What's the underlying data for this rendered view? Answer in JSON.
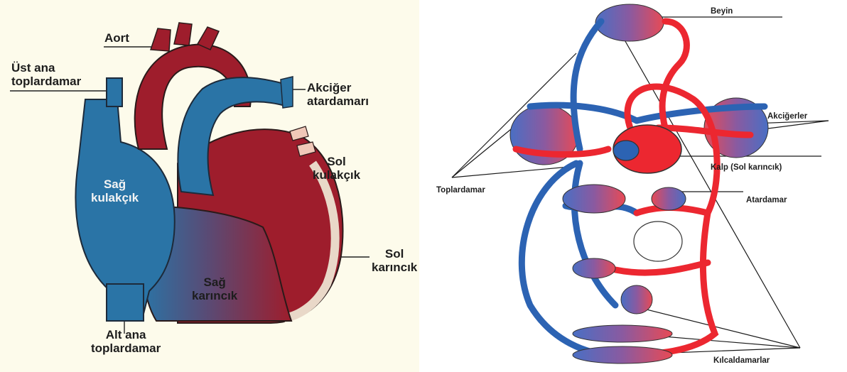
{
  "heart_diagram": {
    "labels": {
      "aort": "Aort",
      "ust_ana_toplardamar": [
        "Üst ana",
        "toplardamar"
      ],
      "akciger_atardamari": [
        "Akciğer",
        "atardamarı"
      ],
      "sol_kulakcik": [
        "Sol",
        "kulakçık"
      ],
      "sag_kulakcik": [
        "Sağ",
        "kulakçık"
      ],
      "sol_karincik": [
        "Sol",
        "karıncık"
      ],
      "sag_karincik": [
        "Sağ",
        "karıncık"
      ],
      "alt_ana_toplardamar": [
        "Alt ana",
        "toplardamar"
      ]
    }
  },
  "circulation_diagram": {
    "labels": {
      "beyin": "Beyin",
      "akcigerler": "Akciğerler",
      "kalp": "Kalp (Sol karıncık)",
      "toplardamar": "Toplardamar",
      "atardamar": "Atardamar",
      "kilcaldamarlar": "Kılcaldamarlar"
    }
  },
  "colors": {
    "oxygenated_red": "#9e1d2c",
    "deoxygenated_blue": "#2a74a6",
    "artery_red": "#ec2730",
    "vein_blue": "#2c63b3",
    "background": "#fdfbeb"
  }
}
